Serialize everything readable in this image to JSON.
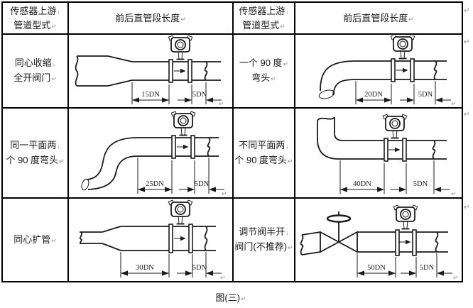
{
  "document": {
    "caption": "图(三)",
    "marks": {
      "line_break": "↓",
      "paragraph": "↵"
    }
  },
  "header": {
    "type": {
      "line1": "传感器上游",
      "line2": "管道型式"
    },
    "length": "前后直管段长度"
  },
  "rows": [
    {
      "left": {
        "line1": "同心收缩",
        "line2": "全开阀门",
        "upstream": "15DN",
        "downstream": "5DN"
      },
      "right": {
        "line1": "一个 90 度",
        "line2": "弯头",
        "upstream": "20DN",
        "downstream": "5DN"
      }
    },
    {
      "left": {
        "line1": "同一平面两",
        "line2": "个 90 度弯头",
        "upstream": "25DN",
        "downstream": "5DN"
      },
      "right": {
        "line1": "不同平面两",
        "line2": "个 90 度弯头",
        "upstream": "40DN",
        "downstream": "5DN"
      }
    },
    {
      "left": {
        "line1": "同心扩管",
        "upstream": "30DN",
        "downstream": "5DN"
      },
      "right": {
        "line1": "调节阀半开",
        "line2": "阀门(不推荐)",
        "upstream": "50DN",
        "downstream": "5DN"
      }
    }
  ]
}
